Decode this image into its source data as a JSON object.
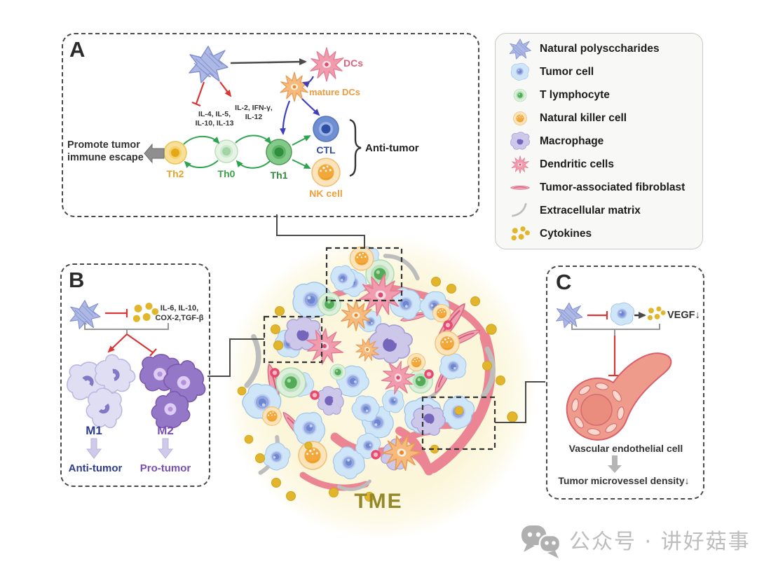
{
  "panel_a": {
    "label": "A",
    "promote_text": "Promote tumor\nimmune escape",
    "cytokines_left": "IL-4, IL-5,\nIL-10, IL-13",
    "cytokines_right": "IL-2, IFN-γ,\nIL-12",
    "th2": "Th2",
    "th0": "Th0",
    "th1": "Th1",
    "ctl": "CTL",
    "nk": "NK cell",
    "dcs": "DCs",
    "mature_dcs": "mature DCs",
    "anti_tumor": "Anti-tumor"
  },
  "panel_b": {
    "label": "B",
    "cytokines": "IL-6, IL-10,\nCOX-2,TGF-β",
    "m1": "M1",
    "m2": "M2",
    "anti_tumor": "Anti-tumor",
    "pro_tumor": "Pro-tumor"
  },
  "panel_c": {
    "label": "C",
    "vegf": "VEGF↓",
    "vascular": "Vascular endothelial cell",
    "density": "Tumor microvessel density↓"
  },
  "legend": {
    "items": [
      {
        "icon": "star",
        "label": "Natural polysccharides"
      },
      {
        "icon": "tumor",
        "label": "Tumor cell"
      },
      {
        "icon": "tcell",
        "label": "T lymphocyte"
      },
      {
        "icon": "nk",
        "label": "Natural killer cell"
      },
      {
        "icon": "mac",
        "label": "Macrophage"
      },
      {
        "icon": "dcp",
        "label": "Dendritic cells"
      },
      {
        "icon": "fibro",
        "label": "Tumor-associated fibroblast"
      },
      {
        "icon": "ecm",
        "label": "Extracellular matrix"
      },
      {
        "icon": "cyto",
        "label": "Cytokines"
      }
    ]
  },
  "tme": {
    "label": "TME",
    "cells": [
      [
        "ecm",
        575,
        378,
        1,
        -55
      ],
      [
        "ecm",
        697,
        532,
        1.2,
        5
      ],
      [
        "ecm",
        362,
        516,
        1.25,
        8
      ],
      [
        "ecm",
        387,
        651,
        1,
        25
      ],
      [
        "ecm",
        506,
        694,
        0.8,
        80
      ],
      [
        "ecm",
        620,
        557,
        0.8,
        45
      ],
      [
        "fibro",
        390,
        549,
        1.0,
        78
      ],
      [
        "fibro",
        421,
        610,
        0.9,
        52
      ],
      [
        "fibro",
        634,
        537,
        0.9,
        -62
      ],
      [
        "fibro",
        643,
        462,
        1.15,
        -55
      ],
      [
        "fibro",
        660,
        483,
        0.9,
        -25
      ],
      [
        "fibro",
        592,
        452,
        0.7,
        -15
      ],
      [
        "tumor",
        445,
        430,
        1.0,
        0
      ],
      [
        "tumor",
        503,
        405,
        0.7,
        40
      ],
      [
        "tumor",
        524,
        369,
        0.62,
        100
      ],
      [
        "tumor",
        579,
        432,
        0.82,
        210
      ],
      [
        "tumor",
        621,
        437,
        0.74,
        320
      ],
      [
        "tumor",
        412,
        492,
        0.74,
        20
      ],
      [
        "tumor",
        502,
        543,
        0.82,
        150
      ],
      [
        "tumor",
        374,
        572,
        0.98,
        200
      ],
      [
        "tumor",
        440,
        612,
        0.85,
        80
      ],
      [
        "tumor",
        540,
        602,
        0.85,
        260
      ],
      [
        "tumor",
        604,
        594,
        0.98,
        350
      ],
      [
        "tumor",
        652,
        588,
        0.85,
        120
      ],
      [
        "tumor",
        396,
        652,
        0.7,
        300
      ],
      [
        "tumor",
        497,
        662,
        0.82,
        40
      ],
      [
        "tumor",
        646,
        522,
        0.7,
        180
      ],
      [
        "tumor",
        432,
        548,
        0.62,
        250
      ],
      [
        "tumor",
        490,
        396,
        0.65,
        250
      ],
      [
        "tumor",
        528,
        458,
        0.58,
        180
      ],
      [
        "tumor",
        522,
        582,
        0.7,
        200
      ],
      [
        "tumor",
        560,
        573,
        0.6,
        90
      ],
      [
        "tumor",
        524,
        636,
        0.65,
        120
      ],
      [
        "mac",
        432,
        478,
        0.95,
        0
      ],
      [
        "mac",
        556,
        492,
        1.1,
        20
      ],
      [
        "mac",
        470,
        572,
        0.75,
        90
      ],
      [
        "mac",
        612,
        598,
        0.85,
        200
      ],
      [
        "mac",
        566,
        650,
        0.78,
        300
      ],
      [
        "tcell",
        542,
        391,
        1.05,
        0
      ],
      [
        "tcell",
        470,
        434,
        0.85,
        30
      ],
      [
        "tcell",
        415,
        546,
        1.1,
        0
      ],
      [
        "tcell",
        600,
        544,
        0.9,
        0
      ],
      [
        "tcell",
        482,
        531,
        0.58,
        0
      ],
      [
        "nk",
        516,
        369,
        0.88,
        0
      ],
      [
        "nk",
        638,
        490,
        0.9,
        0
      ],
      [
        "nk",
        594,
        517,
        0.66,
        0
      ],
      [
        "nk",
        388,
        594,
        0.7,
        0
      ],
      [
        "nk",
        446,
        650,
        1.05,
        0
      ],
      [
        "nk",
        630,
        447,
        0.66,
        0
      ],
      [
        "dcp",
        543,
        421,
        1.15,
        10
      ],
      [
        "dcp",
        463,
        494,
        1.0,
        40
      ],
      [
        "dcp",
        568,
        539,
        0.92,
        80
      ],
      [
        "dco",
        508,
        450,
        0.85,
        0
      ],
      [
        "dco",
        524,
        499,
        0.65,
        45
      ],
      [
        "dco",
        573,
        646,
        1.0,
        20
      ],
      [
        "rbc",
        392,
        532,
        0.9,
        0
      ],
      [
        "rbc",
        449,
        564,
        0.9,
        0
      ],
      [
        "rbc",
        536,
        649,
        0.9,
        0
      ],
      [
        "rbc",
        639,
        464,
        0.9,
        0
      ],
      [
        "rbc",
        612,
        534,
        0.9,
        0
      ],
      [
        "dot",
        399,
        444,
        1,
        0
      ],
      [
        "dot",
        393,
        470,
        1,
        0
      ],
      [
        "dot",
        397,
        493,
        1,
        0
      ],
      [
        "dot",
        371,
        654,
        1,
        0
      ],
      [
        "dot",
        394,
        689,
        1,
        0
      ],
      [
        "dot",
        415,
        708,
        1,
        0
      ],
      [
        "dot",
        440,
        636,
        0.8,
        0
      ],
      [
        "dot",
        476,
        703,
        1,
        0
      ],
      [
        "dot",
        527,
        709,
        1,
        0
      ],
      [
        "dot",
        622,
        402,
        1,
        0
      ],
      [
        "dot",
        644,
        412,
        1,
        0
      ],
      [
        "dot",
        678,
        430,
        1,
        0
      ],
      [
        "dot",
        701,
        470,
        1.1,
        0
      ],
      [
        "dot",
        695,
        522,
        1,
        0
      ],
      [
        "dot",
        714,
        543,
        1,
        0
      ],
      [
        "dot",
        731,
        595,
        1.1,
        0
      ],
      [
        "dot",
        655,
        586,
        0.9,
        0
      ],
      [
        "dot",
        620,
        641,
        0.9,
        0
      ],
      [
        "dot",
        345,
        558,
        0.9,
        0
      ],
      [
        "dot",
        355,
        627,
        0.9,
        0
      ]
    ]
  },
  "watermark": {
    "text": "公众号 · 讲好菇事"
  },
  "colors": {
    "tme_label": "#93892a",
    "th2_label": "#e2a52e",
    "th0_label": "#3f9e4a",
    "th1_label": "#2e8b3c",
    "ctl_label": "#2f4b9e",
    "nk_label": "#ef9f3c",
    "dcs_label": "#e0607f",
    "mature_dcs_label": "#ef9a3f",
    "m1_label": "#2e3c8e",
    "m2_label": "#7a4fb5",
    "anti_tumor_b": "#2e3c8e",
    "pro_tumor_b": "#7a4fb5",
    "inhibit_arrow": "#d93636",
    "promote_arrow": "#2ea44f",
    "vessel": "#ec8593",
    "cytokine": "#e2b62c"
  }
}
